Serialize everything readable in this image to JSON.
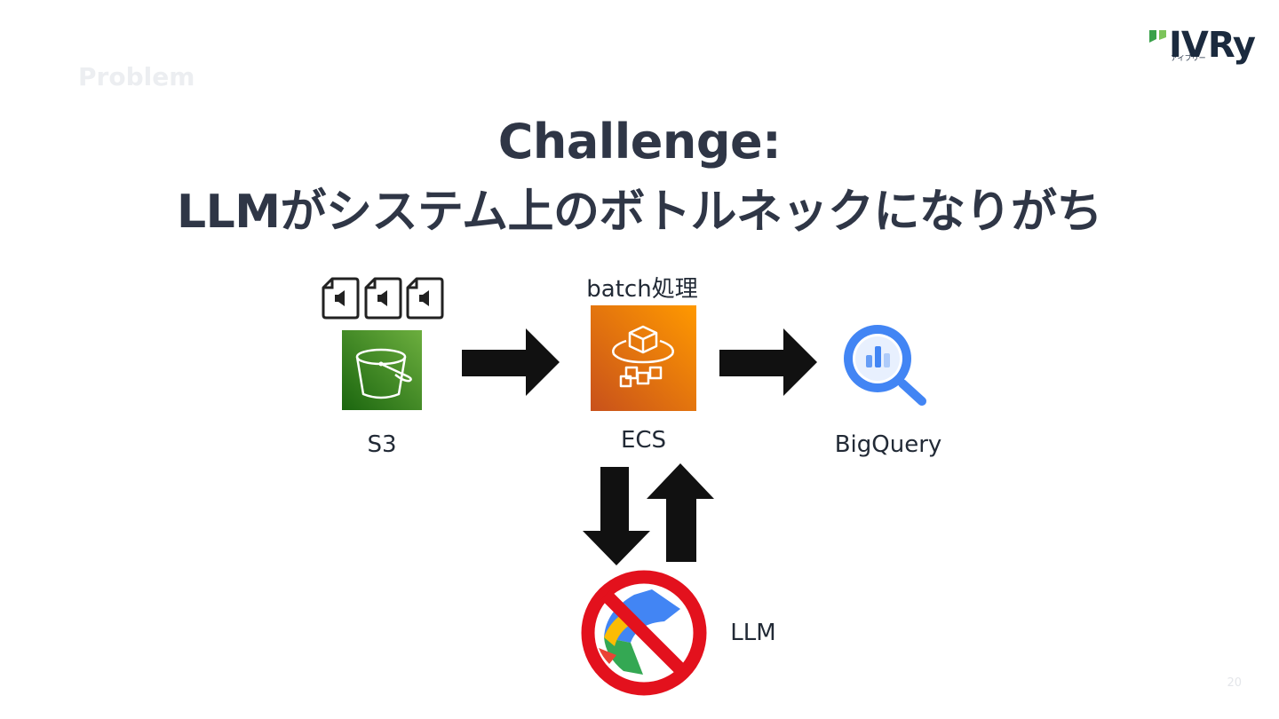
{
  "slide": {
    "section_label": "Problem",
    "title_line1": "Challenge:",
    "title_line2": "LLMがシステム上のボトルネックになりがち",
    "page_number": "20"
  },
  "logo": {
    "text": "IVRy",
    "subtext": "アイブリー"
  },
  "diagram": {
    "s3_label": "S3",
    "ecs_label": "ECS",
    "ecs_caption": "batch処理",
    "bigquery_label": "BigQuery",
    "llm_label": "LLM"
  },
  "colors": {
    "s3_green": "#3f8624",
    "ecs_orange": "#f58536",
    "bigquery_blue": "#4285f4",
    "prohibited_red": "#e3111d",
    "arrow_black": "#111111"
  },
  "icons": [
    "audio-file-icon",
    "s3-bucket-icon",
    "ecs-fargate-icon",
    "bigquery-icon",
    "llm-prohibited-icon",
    "arrow-icon"
  ]
}
